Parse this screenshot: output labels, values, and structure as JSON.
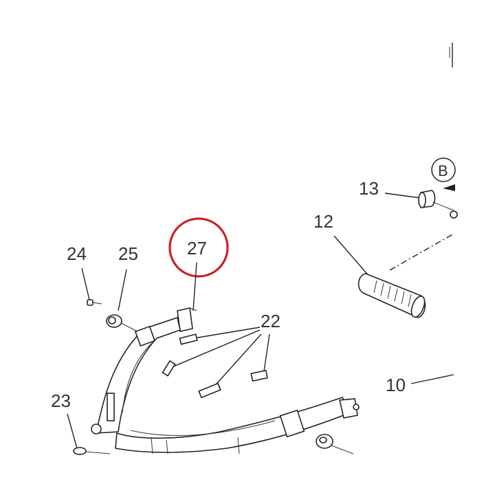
{
  "callouts": {
    "c24": "24",
    "c25": "25",
    "c27": "27",
    "c22": "22",
    "c23": "23",
    "c13": "13",
    "c12": "12",
    "c10": "10",
    "cB": "B"
  },
  "highlight_color": "#cc1f2a",
  "line_color": "#222222"
}
